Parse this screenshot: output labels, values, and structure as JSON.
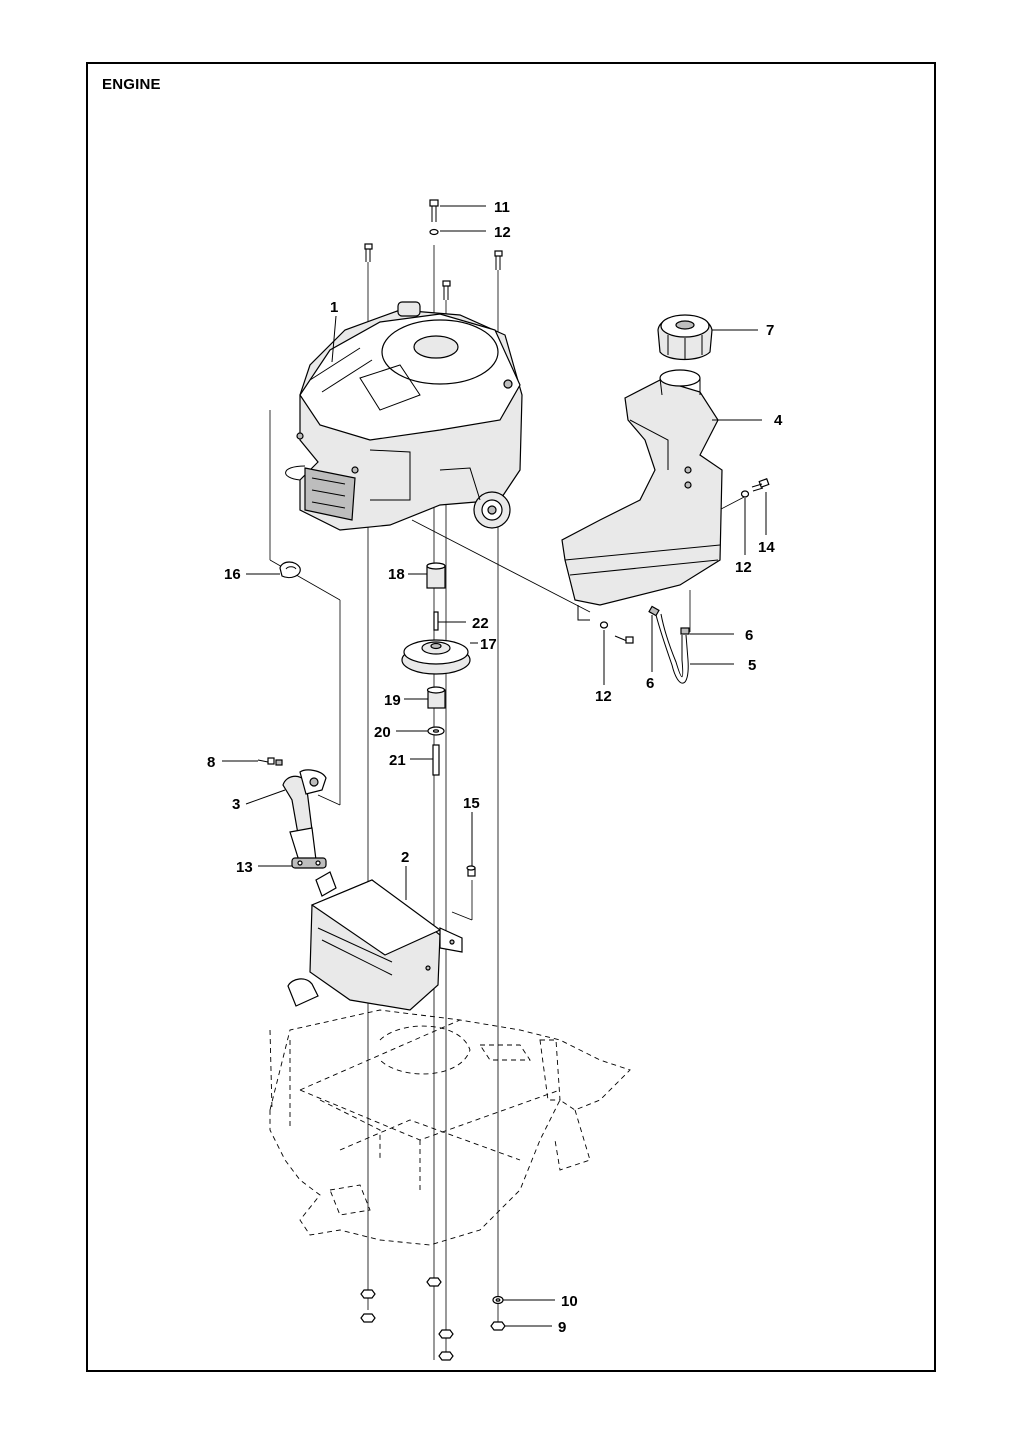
{
  "title": "ENGINE",
  "callouts": [
    {
      "id": "c11",
      "text": "11"
    },
    {
      "id": "c12a",
      "text": "12"
    },
    {
      "id": "c1",
      "text": "1"
    },
    {
      "id": "c7",
      "text": "7"
    },
    {
      "id": "c4",
      "text": "4"
    },
    {
      "id": "c14",
      "text": "14"
    },
    {
      "id": "c12b",
      "text": "12"
    },
    {
      "id": "c16",
      "text": "16"
    },
    {
      "id": "c18",
      "text": "18"
    },
    {
      "id": "c22",
      "text": "22"
    },
    {
      "id": "c17",
      "text": "17"
    },
    {
      "id": "c6a",
      "text": "6"
    },
    {
      "id": "c5",
      "text": "5"
    },
    {
      "id": "c6b",
      "text": "6"
    },
    {
      "id": "c12c",
      "text": "12"
    },
    {
      "id": "c19",
      "text": "19"
    },
    {
      "id": "c20",
      "text": "20"
    },
    {
      "id": "c21",
      "text": "21"
    },
    {
      "id": "c8",
      "text": "8"
    },
    {
      "id": "c3",
      "text": "3"
    },
    {
      "id": "c15",
      "text": "15"
    },
    {
      "id": "c2",
      "text": "2"
    },
    {
      "id": "c13",
      "text": "13"
    },
    {
      "id": "c10",
      "text": "10"
    },
    {
      "id": "c9",
      "text": "9"
    }
  ]
}
